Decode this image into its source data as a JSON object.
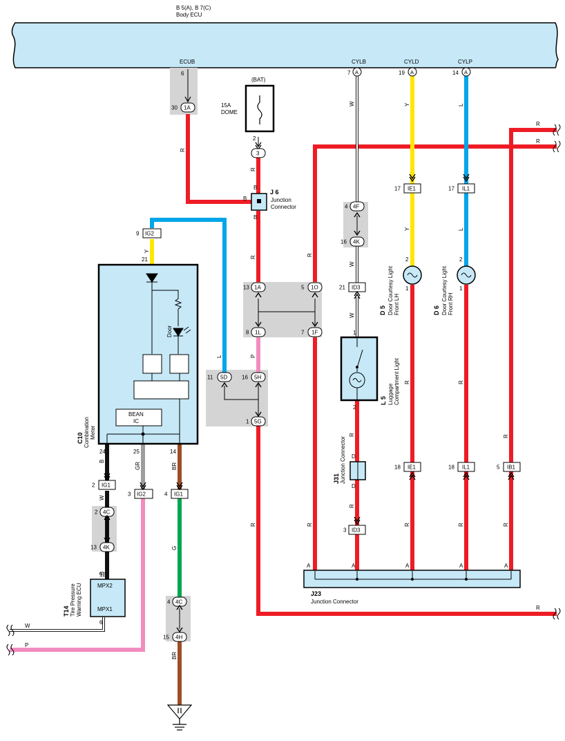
{
  "ecu": {
    "id": "B 5(A), B 7(C)",
    "name": "Body ECU"
  },
  "ecu_pins": {
    "ecub": "ECUB",
    "ecub_pin": "6",
    "cylb": "CYLB",
    "cylb_pin": "7",
    "cyld": "CYLD",
    "cyld_pin": "19",
    "cylp": "CYLP",
    "cylp_pin": "14",
    "conn_a": "A"
  },
  "fuse": {
    "label": "(BAT)",
    "rating": "15A",
    "name": "DOME",
    "pin": "2"
  },
  "j6": {
    "id": "J 6",
    "name1": "Junction",
    "name2": "Connector",
    "b": "B"
  },
  "wire_colors": {
    "W": "W",
    "Y": "Y",
    "L": "L",
    "R": "R",
    "B": "B",
    "P": "P",
    "GR": "GR",
    "BR": "BR",
    "G": "G",
    "D": "D"
  },
  "connectors": {
    "c_1A_top": {
      "pin": "30",
      "id": "1A"
    },
    "c_3": {
      "id": "3"
    },
    "c_IG2_top": {
      "pin": "9",
      "id": "IG2"
    },
    "c_IG2_pin21": "21",
    "c_4F": {
      "pin": "4",
      "id": "4F"
    },
    "c_4K_mid": {
      "pin": "16",
      "id": "4K"
    },
    "c_ID3_top": {
      "pin": "21",
      "id": "ID3"
    },
    "c_IE1_top": {
      "pin": "17",
      "id": "IE1"
    },
    "c_IL1_top": {
      "pin": "17",
      "id": "IL1"
    },
    "c_1A_jb": {
      "pin": "13",
      "id": "1A"
    },
    "c_1O": {
      "pin": "5",
      "id": "1O"
    },
    "c_1L": {
      "pin": "8",
      "id": "1L"
    },
    "c_1F": {
      "pin": "7",
      "id": "1F"
    },
    "c_5D": {
      "pin": "11",
      "id": "5D"
    },
    "c_5H": {
      "pin": "16",
      "id": "5H"
    },
    "c_5G": {
      "pin": "1",
      "id": "5G"
    },
    "c_IG1_left": {
      "pin": "2",
      "id": "IG1"
    },
    "c_IG2_low": {
      "pin": "3",
      "id": "IG2"
    },
    "c_IG1_mid": {
      "pin": "4",
      "id": "IG1"
    },
    "c_4C_top": {
      "pin": "2",
      "id": "4C"
    },
    "c_4K_low": {
      "pin": "13",
      "id": "4K"
    },
    "c_4C_low": {
      "pin": "4",
      "id": "4C"
    },
    "c_4H": {
      "pin": "15",
      "id": "4H"
    },
    "c_ID3_low": {
      "pin": "3",
      "id": "ID3"
    },
    "c_IE1_low": {
      "pin": "18",
      "id": "IE1"
    },
    "c_IL1_low": {
      "pin": "18",
      "id": "IL1"
    },
    "c_IB1": {
      "pin": "5",
      "id": "IB1"
    }
  },
  "meter": {
    "id": "C10",
    "name1": "Combination",
    "name2": "Meter",
    "door": "Door",
    "bean1": "BEAN",
    "bean2": "IC",
    "pin24": "24",
    "pin25": "25",
    "pin14": "14"
  },
  "tpms": {
    "id": "T14",
    "name1": "Tire Pressure",
    "name2": "Warning ECU",
    "mpx2": "MPX2",
    "mpx1": "MPX1",
    "pin12": "12",
    "pin6": "6"
  },
  "d5": {
    "id": "D 5",
    "name1": "Door Courtesy Light",
    "name2": "Front LH",
    "pin2": "2",
    "pin1": "1"
  },
  "d6": {
    "id": "D 6",
    "name1": "Door Courtesy Light",
    "name2": "Front RH",
    "pin2": "2",
    "pin1": "1"
  },
  "l5": {
    "id": "L 5",
    "name1": "Luggage",
    "name2": "Compartment Light",
    "pin1": "1",
    "pin2": "2"
  },
  "j31": {
    "id": "J31",
    "name": "Junction Connector"
  },
  "j23": {
    "id": "J23",
    "name": "Junction Connector",
    "a": "A"
  },
  "colors": {
    "red": "#ee1c25",
    "yellow": "#ffe600",
    "blue": "#00a6e8",
    "pink": "#f28cbf",
    "brown": "#9d4e25",
    "green": "#00a651",
    "gray": "#9d9d9d",
    "black": "#111111",
    "ecu_fill": "#c6e8f7",
    "junction_block": "#d4d4d4"
  }
}
